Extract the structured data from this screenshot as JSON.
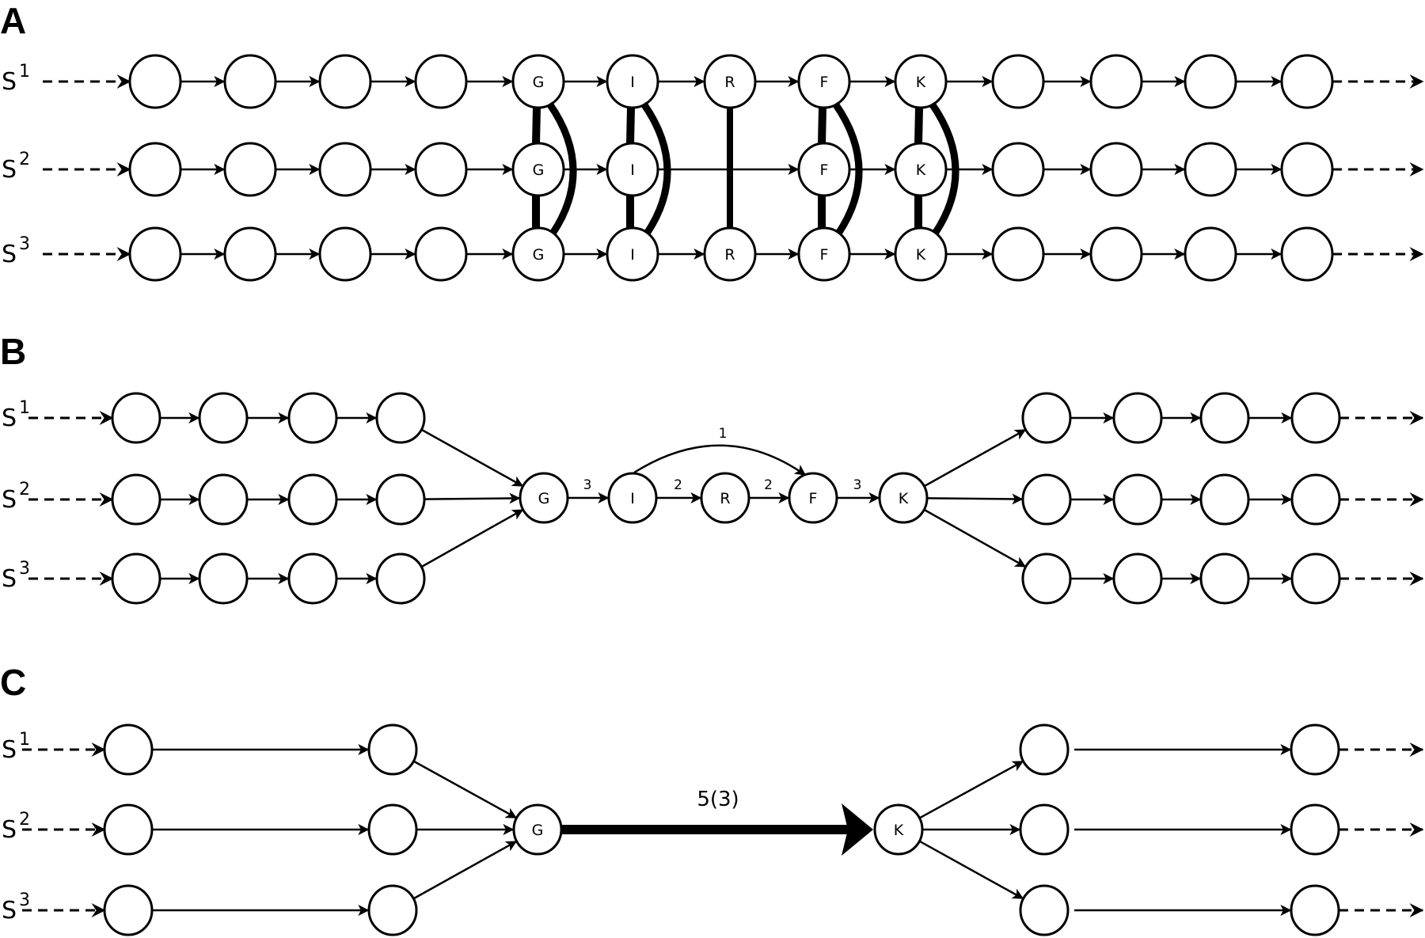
{
  "figure": {
    "panels": [
      {
        "id": "A",
        "label": "A",
        "sequences": [
          {
            "name": "S",
            "index": "1",
            "nodes": [
              "",
              "",
              "",
              "",
              "G",
              "I",
              "R",
              "F",
              "K",
              "",
              "",
              "",
              ""
            ]
          },
          {
            "name": "S",
            "index": "2",
            "nodes": [
              "",
              "",
              "",
              "",
              "G",
              "I",
              "F",
              "K",
              "",
              "",
              "",
              ""
            ]
          },
          {
            "name": "S",
            "index": "3",
            "nodes": [
              "",
              "",
              "",
              "",
              "G",
              "I",
              "R",
              "F",
              "K",
              "",
              "",
              "",
              ""
            ]
          }
        ],
        "alignment_columns": [
          "G",
          "I",
          "R",
          "F",
          "K"
        ]
      },
      {
        "id": "B",
        "label": "B",
        "sequences": [
          {
            "name": "S",
            "index": "1"
          },
          {
            "name": "S",
            "index": "2"
          },
          {
            "name": "S",
            "index": "3"
          }
        ],
        "core_nodes": [
          "G",
          "I",
          "R",
          "F",
          "K"
        ],
        "core_edges": [
          {
            "from": "G",
            "to": "I",
            "weight": "3"
          },
          {
            "from": "I",
            "to": "R",
            "weight": "2"
          },
          {
            "from": "R",
            "to": "F",
            "weight": "2"
          },
          {
            "from": "F",
            "to": "K",
            "weight": "3"
          },
          {
            "from": "I",
            "to": "F",
            "weight": "1"
          }
        ]
      },
      {
        "id": "C",
        "label": "C",
        "sequences": [
          {
            "name": "S",
            "index": "1"
          },
          {
            "name": "S",
            "index": "2"
          },
          {
            "name": "S",
            "index": "3"
          }
        ],
        "core_nodes": [
          "G",
          "K"
        ],
        "core_edge": {
          "from": "G",
          "to": "K",
          "weight": "5(3)"
        }
      }
    ]
  }
}
